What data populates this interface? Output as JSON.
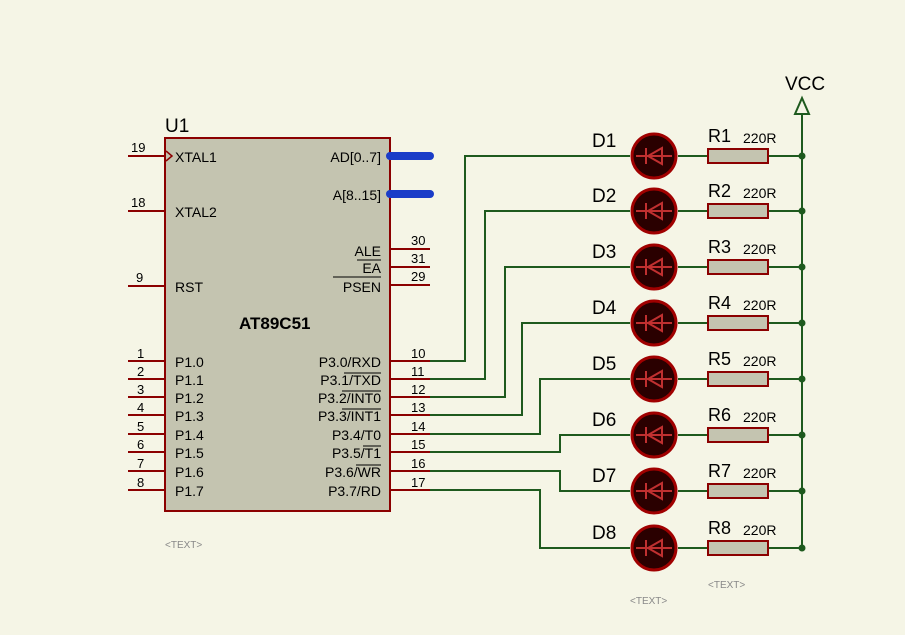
{
  "colors": {
    "background": "#f5f5e6",
    "chip_body": "#c4c4b0",
    "chip_outline": "#8b0000",
    "pin": "#8b0000",
    "wire": "#1e5a1e",
    "bus": "#1a3cc8",
    "led_body": "#2a0000",
    "led_rim": "#a00000",
    "resistor_body": "#c4c4b0",
    "text": "#000000",
    "placeholder_text": "#888888"
  },
  "chip": {
    "ref": "U1",
    "part": "AT89C51",
    "text_placeholder": "<TEXT>",
    "left_pins": [
      {
        "num": "19",
        "name": "XTAL1"
      },
      {
        "num": "18",
        "name": "XTAL2"
      },
      {
        "num": "9",
        "name": "RST"
      },
      {
        "num": "1",
        "name": "P1.0"
      },
      {
        "num": "2",
        "name": "P1.1"
      },
      {
        "num": "3",
        "name": "P1.2"
      },
      {
        "num": "4",
        "name": "P1.3"
      },
      {
        "num": "5",
        "name": "P1.4"
      },
      {
        "num": "6",
        "name": "P1.5"
      },
      {
        "num": "7",
        "name": "P1.6"
      },
      {
        "num": "8",
        "name": "P1.7"
      }
    ],
    "bus_pins": [
      {
        "name": "AD[0..7]"
      },
      {
        "name": "A[8..15]"
      }
    ],
    "right_pins_top": [
      {
        "num": "30",
        "name": "ALE"
      },
      {
        "num": "31",
        "name": "EA"
      },
      {
        "num": "29",
        "name": "PSEN"
      }
    ],
    "port3_pins": [
      {
        "num": "10",
        "name": "P3.0/RXD"
      },
      {
        "num": "11",
        "name": "P3.1/TXD"
      },
      {
        "num": "12",
        "name": "P3.2/INT0"
      },
      {
        "num": "13",
        "name": "P3.3/INT1"
      },
      {
        "num": "14",
        "name": "P3.4/T0"
      },
      {
        "num": "15",
        "name": "P3.5/T1"
      },
      {
        "num": "16",
        "name": "P3.6/WR"
      },
      {
        "num": "17",
        "name": "P3.7/RD"
      }
    ]
  },
  "power": {
    "label": "VCC"
  },
  "leds": [
    {
      "ref": "D1"
    },
    {
      "ref": "D2"
    },
    {
      "ref": "D3"
    },
    {
      "ref": "D4"
    },
    {
      "ref": "D5"
    },
    {
      "ref": "D6"
    },
    {
      "ref": "D7"
    },
    {
      "ref": "D8"
    }
  ],
  "resistors": [
    {
      "ref": "R1",
      "value": "220R"
    },
    {
      "ref": "R2",
      "value": "220R"
    },
    {
      "ref": "R3",
      "value": "220R"
    },
    {
      "ref": "R4",
      "value": "220R"
    },
    {
      "ref": "R5",
      "value": "220R"
    },
    {
      "ref": "R6",
      "value": "220R"
    },
    {
      "ref": "R7",
      "value": "220R"
    },
    {
      "ref": "R8",
      "value": "220R"
    }
  ],
  "placeholders": {
    "led_text": "<TEXT>",
    "resistor_text": "<TEXT>"
  }
}
